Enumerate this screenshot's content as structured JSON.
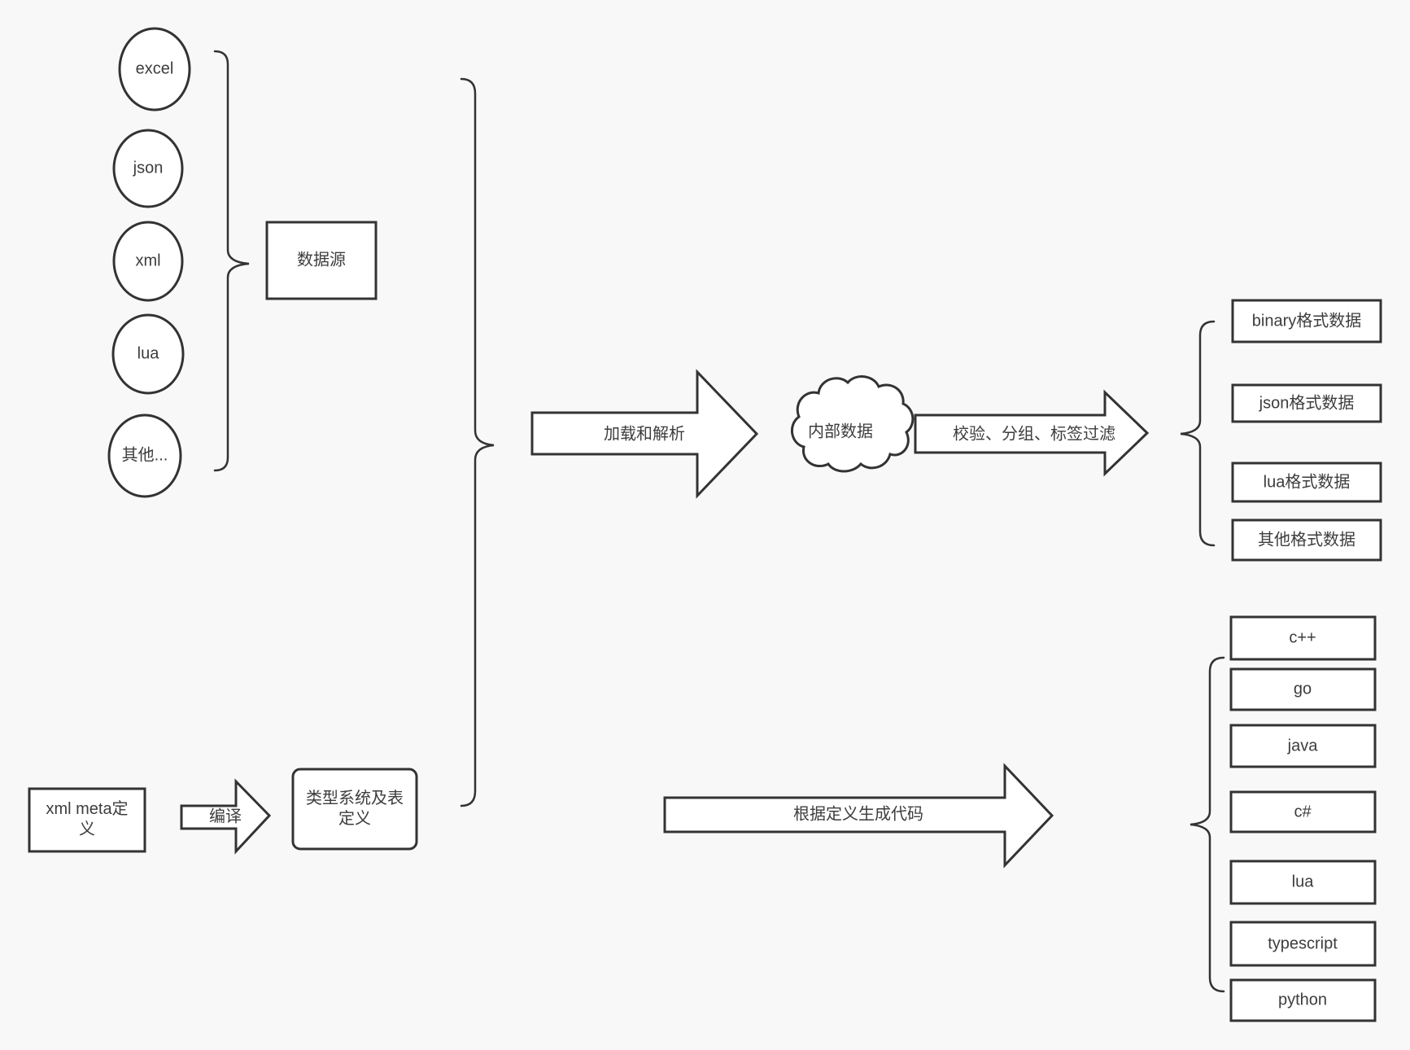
{
  "canvas": {
    "background": "#f8f8f8",
    "shape_fill": "#ffffff",
    "stroke_color": "#333333",
    "text_color": "#3d3d3d"
  },
  "sources": {
    "group_label": "数据源",
    "items": [
      {
        "label": "excel"
      },
      {
        "label": "json"
      },
      {
        "label": "xml"
      },
      {
        "label": "lua"
      },
      {
        "label": "其他..."
      }
    ]
  },
  "pipeline": {
    "load_arrow_label": "加载和解析",
    "internal_data_label": "内部数据",
    "filter_arrow_label": "校验、分组、标签过滤"
  },
  "formats": [
    {
      "label": "binary格式数据"
    },
    {
      "label": "json格式数据"
    },
    {
      "label": "lua格式数据"
    },
    {
      "label": "其他格式数据"
    }
  ],
  "definition": {
    "xml_meta_label": "xml meta定义",
    "compile_arrow_label": "编译",
    "type_system_label": "类型系统及表定义",
    "codegen_arrow_label": "根据定义生成代码"
  },
  "languages": [
    {
      "label": "c++"
    },
    {
      "label": "go"
    },
    {
      "label": "java"
    },
    {
      "label": "c#"
    },
    {
      "label": "lua"
    },
    {
      "label": "typescript"
    },
    {
      "label": "python"
    }
  ]
}
